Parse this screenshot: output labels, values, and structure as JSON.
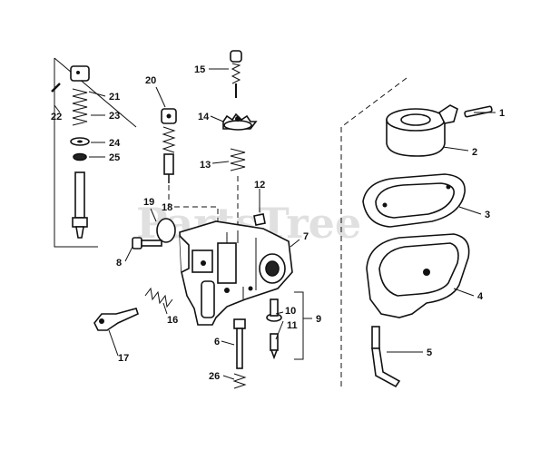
{
  "watermark": "PartsTree",
  "trademark": "TM",
  "callouts": [
    "1",
    "2",
    "3",
    "4",
    "5",
    "6",
    "7",
    "8",
    "9",
    "10",
    "11",
    "12",
    "13",
    "14",
    "15",
    "16",
    "17",
    "18",
    "19",
    "20",
    "21",
    "22",
    "23",
    "24",
    "25",
    "26"
  ]
}
